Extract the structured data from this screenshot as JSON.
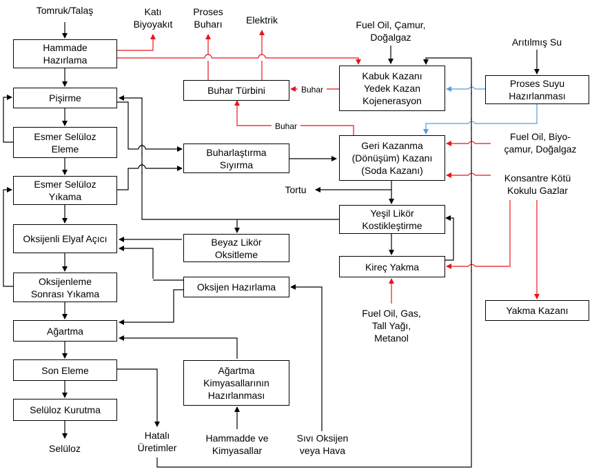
{
  "boxes": {
    "hammade_hazirlama": "Hammade\nHazırlama",
    "pisirme": "Pişirme",
    "esmer_seluloz_eleme": "Esmer Selüloz\nEleme",
    "esmer_seluloz_yikama": "Esmer Selüloz\nYıkama",
    "oksijenli_elyaf_acici": "Oksijenli Elyaf Açıcı",
    "oksijenleme_sonrasi_yikama": "Oksijenleme\nSonrası Yıkama",
    "agartma": "Ağartma",
    "son_eleme": "Son Eleme",
    "seluloz_kurutma": "Selüloz Kurutma",
    "buhar_turbini": "Buhar Türbini",
    "buharlastirma_siyirma": "Buharlaştırma\nSıyırma",
    "beyaz_likor_oksitleme": "Beyaz Likör\nOksitleme",
    "oksijen_hazirlama": "Oksijen Hazırlama",
    "agartma_kimyasallari_hazirlanmasi": "Ağartma\nKimyasallarının\nHazırlanması",
    "kabuk_kazani": "Kabuk Kazanı\nYedek Kazan\nKojenerasyon",
    "geri_kazanma_kazani": "Geri Kazanma\n(Dönüşüm) Kazanı\n(Soda Kazanı)",
    "yesil_likor": "Yeşil Likör\nKostikleştirme",
    "kirec_yakma": "Kireç Yakma",
    "proses_suyu_hazirlanmasi": "Proses Suyu\nHazırlanması",
    "yakma_kazani": "Yakma Kazanı"
  },
  "labels": {
    "tomruk_talas": "Tomruk/Talaş",
    "kati_biyoyakit": "Katı\nBiyoyakıt",
    "proses_buhari": "Proses\nBuharı",
    "elektrik": "Elektrik",
    "fuel_oil_camur_dogalgaz": "Fuel Oil, Çamur,\nDoğalgaz",
    "aritilmis_su": "Arıtılmış Su",
    "fuel_oil_biyo_camur_dogalgaz": "Fuel Oil, Biyo-\nçamur, Doğalgaz",
    "konsantre_kotu_kokulu_gazlar": "Konsantre Kötü\nKokulu Gazlar",
    "tortu": "Tortu",
    "fuel_oil_gas_tall_yagi_metanol": "Fuel Oil, Gas,\nTall Yağı,\nMetanol",
    "hatali_uretimler": "Hatalı\nÜretimler",
    "hammadde_ve_kimyasallar": "Hammadde ve\nKimyasallar",
    "sivi_oksijen_veya_hava": "Sıvı Oksijen\nveya Hava",
    "seluloz": "Selüloz",
    "buhar_1": "Buhar",
    "buhar_2": "Buhar"
  },
  "colors": {
    "main_flow": "#000000",
    "energy_flow": "#e8131b",
    "water_flow": "#5b9bd5"
  }
}
